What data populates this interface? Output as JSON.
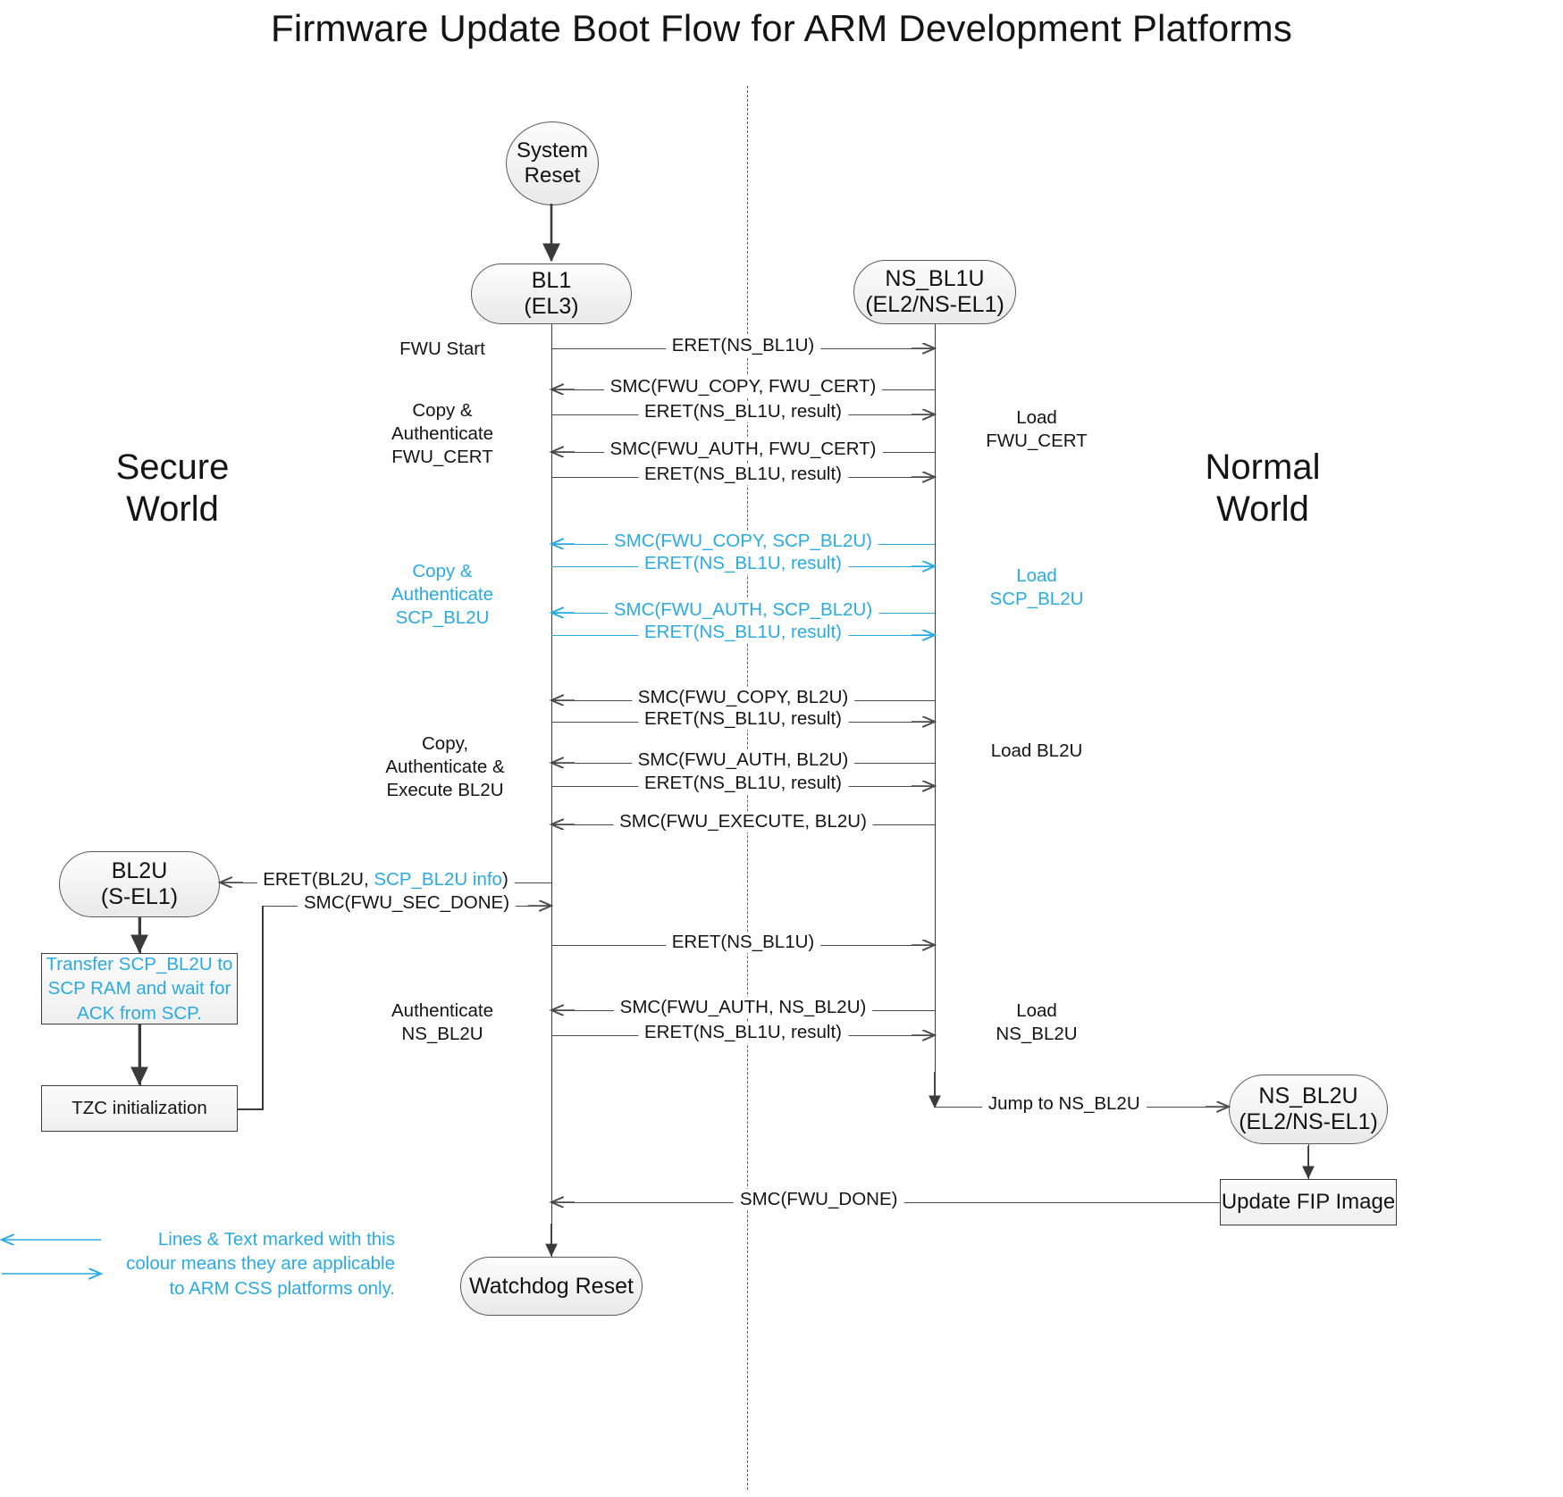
{
  "title": "Firmware Update Boot Flow for ARM Development Platforms",
  "colors": {
    "accent_cyan": "#29ABE2",
    "line_dark": "#4A4A4A",
    "text": "#141414"
  },
  "worlds": {
    "secure": "Secure\nWorld",
    "secure_l1": "Secure",
    "secure_l2": "World",
    "normal_l1": "Normal",
    "normal_l2": "World"
  },
  "nodes": {
    "system_reset": {
      "l1": "System",
      "l2": "Reset"
    },
    "bl1": {
      "l1": "BL1",
      "l2": "(EL3)"
    },
    "ns_bl1u": {
      "l1": "NS_BL1U",
      "l2": "(EL2/NS-EL1)"
    },
    "bl2u": {
      "l1": "BL2U",
      "l2": "(S-EL1)"
    },
    "ns_bl2u": {
      "l1": "NS_BL2U",
      "l2": "(EL2/NS-EL1)"
    },
    "watchdog_reset": {
      "l1": "Watchdog Reset"
    },
    "update_fip": {
      "l1": "Update FIP Image"
    },
    "transfer_scp": {
      "l1": "Transfer SCP_BL2U to",
      "l2": "SCP RAM and wait for",
      "l3": "ACK from SCP."
    },
    "tzc_init": {
      "l1": "TZC initialization"
    }
  },
  "messages": [
    {
      "id": "m1",
      "label": "ERET(NS_BL1U)",
      "dir": "right",
      "cyan": false
    },
    {
      "id": "m2",
      "label": "SMC(FWU_COPY, FWU_CERT)",
      "dir": "left",
      "cyan": false
    },
    {
      "id": "m3",
      "label": "ERET(NS_BL1U, result)",
      "dir": "right",
      "cyan": false
    },
    {
      "id": "m4",
      "label": "SMC(FWU_AUTH, FWU_CERT)",
      "dir": "left",
      "cyan": false
    },
    {
      "id": "m5",
      "label": "ERET(NS_BL1U, result)",
      "dir": "right",
      "cyan": false
    },
    {
      "id": "m6",
      "label": "SMC(FWU_COPY, SCP_BL2U)",
      "dir": "left",
      "cyan": true
    },
    {
      "id": "m7",
      "label": "ERET(NS_BL1U, result)",
      "dir": "right",
      "cyan": true
    },
    {
      "id": "m8",
      "label": "SMC(FWU_AUTH, SCP_BL2U)",
      "dir": "left",
      "cyan": true
    },
    {
      "id": "m9",
      "label": "ERET(NS_BL1U, result)",
      "dir": "right",
      "cyan": true
    },
    {
      "id": "m10",
      "label": "SMC(FWU_COPY, BL2U)",
      "dir": "left",
      "cyan": false
    },
    {
      "id": "m11",
      "label": "ERET(NS_BL1U, result)",
      "dir": "right",
      "cyan": false
    },
    {
      "id": "m12",
      "label": "SMC(FWU_AUTH, BL2U)",
      "dir": "left",
      "cyan": false
    },
    {
      "id": "m13",
      "label": "ERET(NS_BL1U, result)",
      "dir": "right",
      "cyan": false
    },
    {
      "id": "m14",
      "label": "SMC(FWU_EXECUTE, BL2U)",
      "dir": "left",
      "cyan": false
    },
    {
      "id": "m17",
      "label": "ERET(NS_BL1U)",
      "dir": "right",
      "cyan": false
    },
    {
      "id": "m18",
      "label": "SMC(FWU_AUTH, NS_BL2U)",
      "dir": "left",
      "cyan": false
    },
    {
      "id": "m19",
      "label": "ERET(NS_BL1U, result)",
      "dir": "right",
      "cyan": false
    },
    {
      "id": "m20",
      "label": "Jump to NS_BL2U",
      "dir": "right",
      "cyan": false
    },
    {
      "id": "m21",
      "label": "SMC(FWU_DONE)",
      "dir": "left",
      "cyan": false
    }
  ],
  "eret_bl2u": {
    "pre": "ERET(BL2U, ",
    "mid": "SCP_BL2U info",
    "post": ")"
  },
  "smc_sec_done": "SMC(FWU_SEC_DONE)",
  "side_labels": {
    "fwu_start": "FWU Start",
    "copy_auth_cert": {
      "l1": "Copy &",
      "l2": "Authenticate",
      "l3": "FWU_CERT"
    },
    "load_cert": {
      "l1": "Load",
      "l2": "FWU_CERT"
    },
    "copy_auth_scp": {
      "l1": "Copy &",
      "l2": "Authenticate",
      "l3": "SCP_BL2U"
    },
    "load_scp": {
      "l1": "Load",
      "l2": "SCP_BL2U"
    },
    "copy_auth_exec_bl2u": {
      "l1": "Copy,",
      "l2": "Authenticate &",
      "l3": "Execute BL2U"
    },
    "load_bl2u": {
      "l1": "Load BL2U"
    },
    "auth_ns_bl2u": {
      "l1": "Authenticate",
      "l2": "NS_BL2U"
    },
    "load_ns_bl2u": {
      "l1": "Load",
      "l2": "NS_BL2U"
    }
  },
  "legend": {
    "l1": "Lines & Text marked with this",
    "l2": "colour means they are applicable",
    "l3": "to ARM CSS platforms only."
  }
}
